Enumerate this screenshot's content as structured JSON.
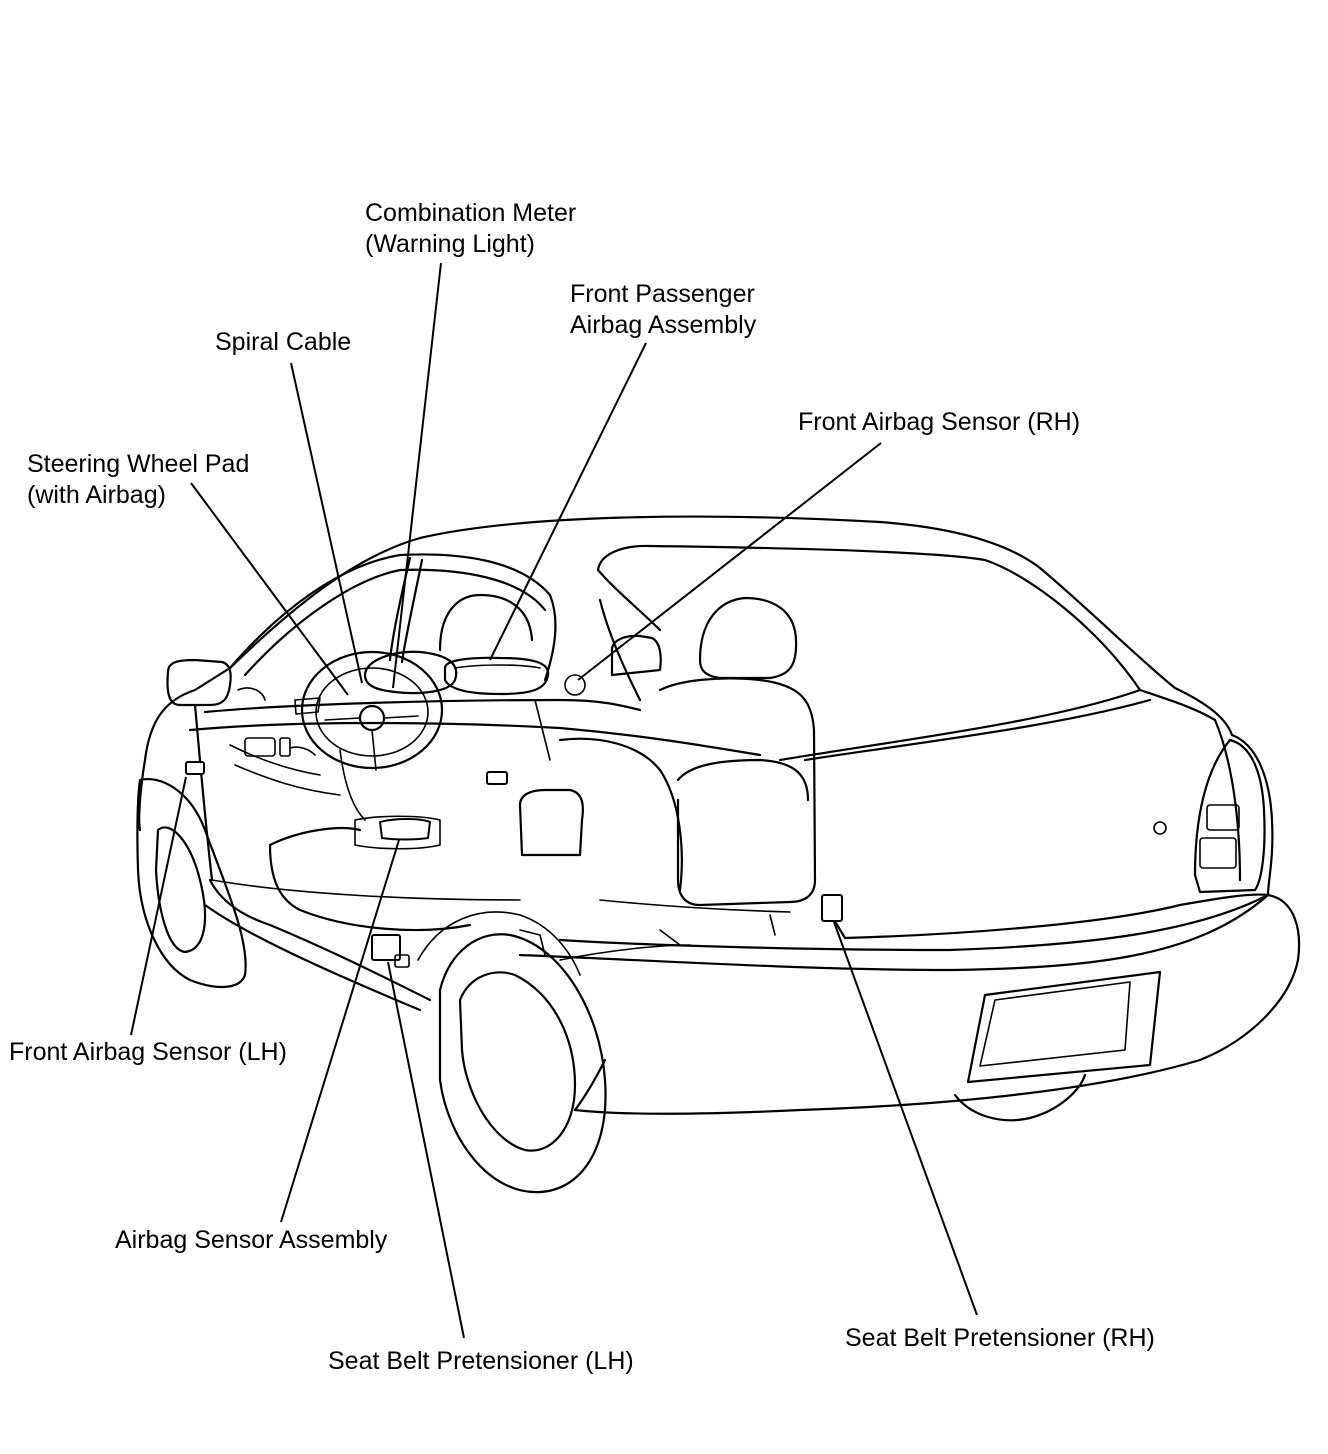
{
  "diagram": {
    "labels": {
      "combination_meter": [
        "Combination Meter",
        "(Warning Light)"
      ],
      "front_passenger_airbag": [
        "Front Passenger",
        "Airbag Assembly"
      ],
      "spiral_cable": [
        "Spiral Cable"
      ],
      "front_airbag_sensor_rh": [
        "Front Airbag Sensor (RH)"
      ],
      "steering_wheel_pad": [
        "Steering Wheel Pad",
        "(with Airbag)"
      ],
      "front_airbag_sensor_lh": [
        "Front Airbag Sensor (LH)"
      ],
      "airbag_sensor_assembly": [
        "Airbag Sensor Assembly"
      ],
      "seat_belt_pretensioner_rh": [
        "Seat Belt Pretensioner (RH)"
      ],
      "seat_belt_pretensioner_lh": [
        "Seat Belt Pretensioner (LH)"
      ]
    }
  }
}
